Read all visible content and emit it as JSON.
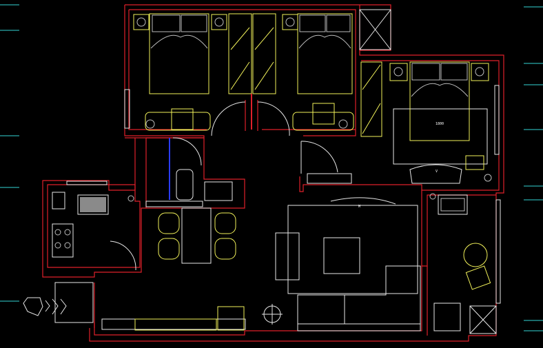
{
  "plan": {
    "bed_label": "1800",
    "mark_living": "M",
    "mark_bedroom": "V",
    "colors": {
      "background": "#000000",
      "wall": "#e0202a",
      "furniture": "#f2f25a",
      "fixture": "#e8e8e8",
      "dimension_tick": "#34d6d6",
      "glass": "#2a3cff"
    }
  }
}
